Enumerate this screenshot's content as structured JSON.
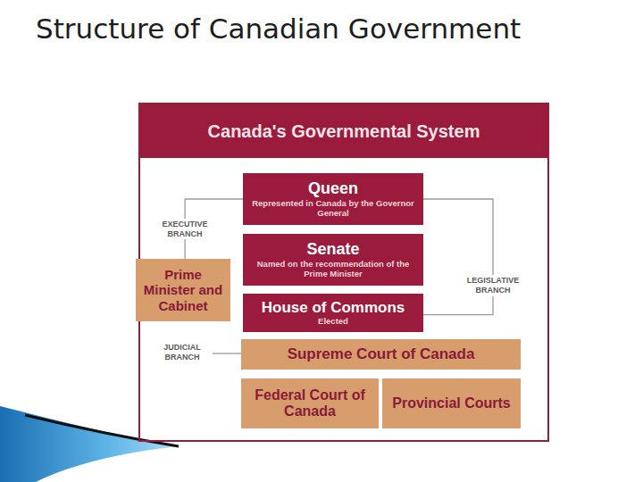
{
  "diagram": {
    "title": "Structure of Canadian Government",
    "nodes": [
      {
        "text": [
          "Canada's Governmental System"
        ]
      },
      {
        "text": [
          "Queen",
          "Represented in Canada by the Governor General"
        ],
        "in": 0
      },
      {
        "text": [
          "Senate",
          "Named on the recommendation of the Prime Minister"
        ],
        "in": 0
      },
      {
        "text": [
          "Prime Minister and Cabinet"
        ],
        "in": 0
      },
      {
        "text": [
          "House of Commons",
          "Elected"
        ],
        "in": 0
      },
      {
        "text": [
          "Supreme Court of Canada"
        ],
        "in": 0
      },
      {
        "text": [
          "Federal Court of Canada"
        ],
        "in": 0
      },
      {
        "text": [
          "Provincial Courts"
        ],
        "in": 0
      }
    ],
    "edges": [
      {
        "from": 1,
        "to": 3,
        "arrow": "none",
        "label": "EXECUTIVE BRANCH"
      },
      {
        "from": 1,
        "to": 4,
        "arrow": "none",
        "label": "LEGISLATIVE BRANCH"
      }
    ],
    "labels": [
      "JUDICIAL BRANCH"
    ]
  }
}
